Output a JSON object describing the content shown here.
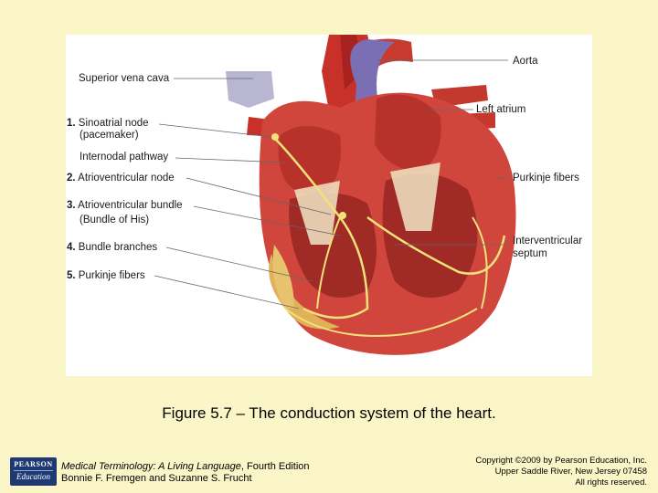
{
  "figure": {
    "labels_left": [
      {
        "text": "Superior vena cava"
      },
      {
        "num": "1.",
        "text": "Sinoatrial node"
      },
      {
        "num": "",
        "text": "(pacemaker)"
      },
      {
        "num": "",
        "text": "Internodal pathway"
      },
      {
        "num": "2.",
        "text": "Atrioventricular node"
      },
      {
        "num": "3.",
        "text": "Atrioventricular bundle"
      },
      {
        "num": "",
        "text": "(Bundle of His)"
      },
      {
        "num": "4.",
        "text": "Bundle branches"
      },
      {
        "num": "5.",
        "text": "Purkinje fibers"
      }
    ],
    "labels_right": [
      {
        "text": "Aorta"
      },
      {
        "text": "Left atrium"
      },
      {
        "text": "Purkinje fibers"
      },
      {
        "text": "Interventricular"
      },
      {
        "text": "septum"
      }
    ]
  },
  "caption": "Figure 5.7 – The conduction system of the heart.",
  "footer": {
    "book_title": "Medical Terminology: A Living Language",
    "book_edition": ", Fourth Edition",
    "authors": "Bonnie F. Fremgen and Suzanne S. Frucht",
    "copyright_line1": "Copyright ©2009 by Pearson Education, Inc.",
    "copyright_line2": "Upper Saddle River, New Jersey 07458",
    "copyright_line3": "All rights reserved.",
    "logo_top": "PEARSON",
    "logo_bottom": "Education"
  }
}
